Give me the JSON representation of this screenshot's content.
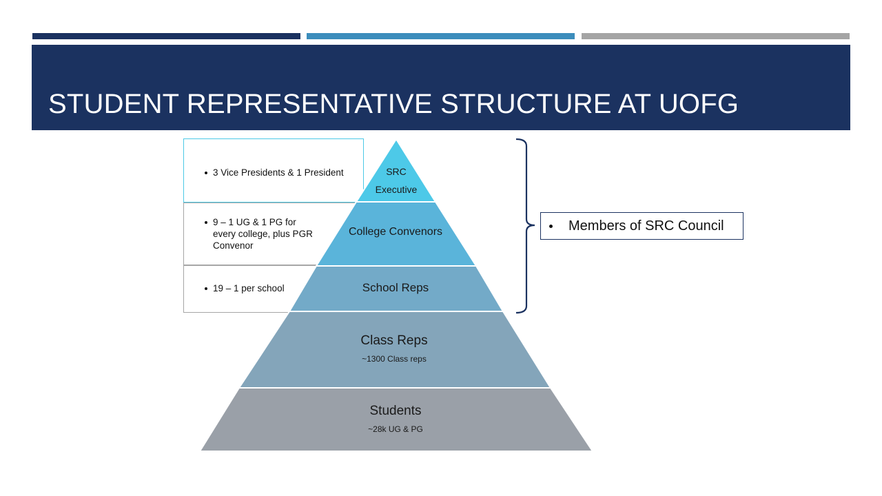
{
  "slide": {
    "title": "STUDENT REPRESENTATIVE STRUCTURE AT UOFG"
  },
  "colors": {
    "bar_1": "#1b3260",
    "bar_2": "#3c8dbc",
    "bar_3": "#a5a5a5",
    "title_band": "#1b3260",
    "tier_src_executive": "#4dc9e8",
    "tier_college_convenors": "#5ab4da",
    "tier_school_reps": "#73aac8",
    "tier_class_reps": "#84a5ba",
    "tier_students": "#9aa0a8",
    "brace": "#1b3260"
  },
  "pyramid": {
    "tiers": [
      {
        "label_lines": [
          "SRC",
          "Executive"
        ],
        "sublabel": ""
      },
      {
        "label_lines": [
          "College Convenors"
        ],
        "sublabel": ""
      },
      {
        "label_lines": [
          "School Reps"
        ],
        "sublabel": ""
      },
      {
        "label_lines": [
          "Class Reps"
        ],
        "sublabel": "~1300  Class reps"
      },
      {
        "label_lines": [
          "Students"
        ],
        "sublabel": "~28k UG & PG"
      }
    ]
  },
  "notes": [
    {
      "lines": [
        "3 Vice Presidents & 1 President"
      ]
    },
    {
      "lines": [
        "9 – 1 UG & 1 PG for",
        "every college, plus PGR",
        "Convenor"
      ]
    },
    {
      "lines": [
        "19 – 1 per school"
      ]
    }
  ],
  "council": {
    "label": "Members of SRC Council"
  }
}
